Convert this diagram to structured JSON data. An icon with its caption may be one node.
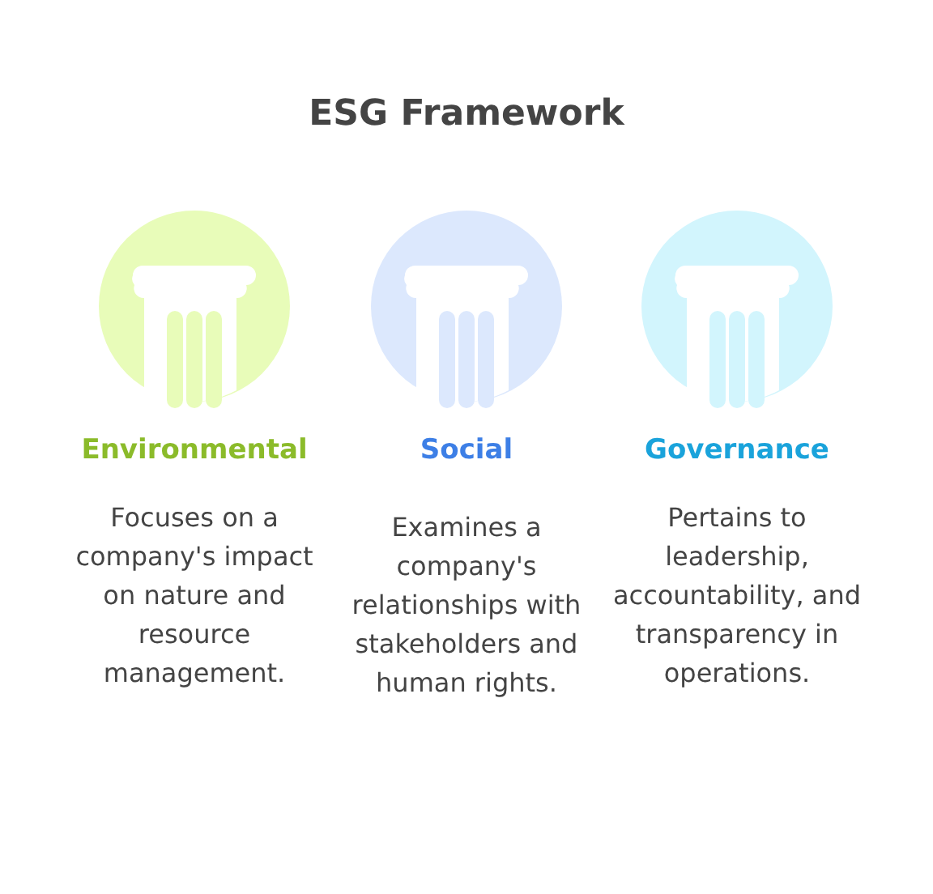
{
  "diagram": {
    "title": "ESG Framework",
    "nodes": [
      {
        "text": [
          "Environmental",
          "Focuses on a company's impact on nature and resource management."
        ]
      },
      {
        "text": [
          "Social",
          "Examines a company's relationships with stakeholders and human rights."
        ]
      },
      {
        "text": [
          "Governance",
          "Pertains to leadership, accountability, and transparency in operations."
        ]
      }
    ]
  }
}
